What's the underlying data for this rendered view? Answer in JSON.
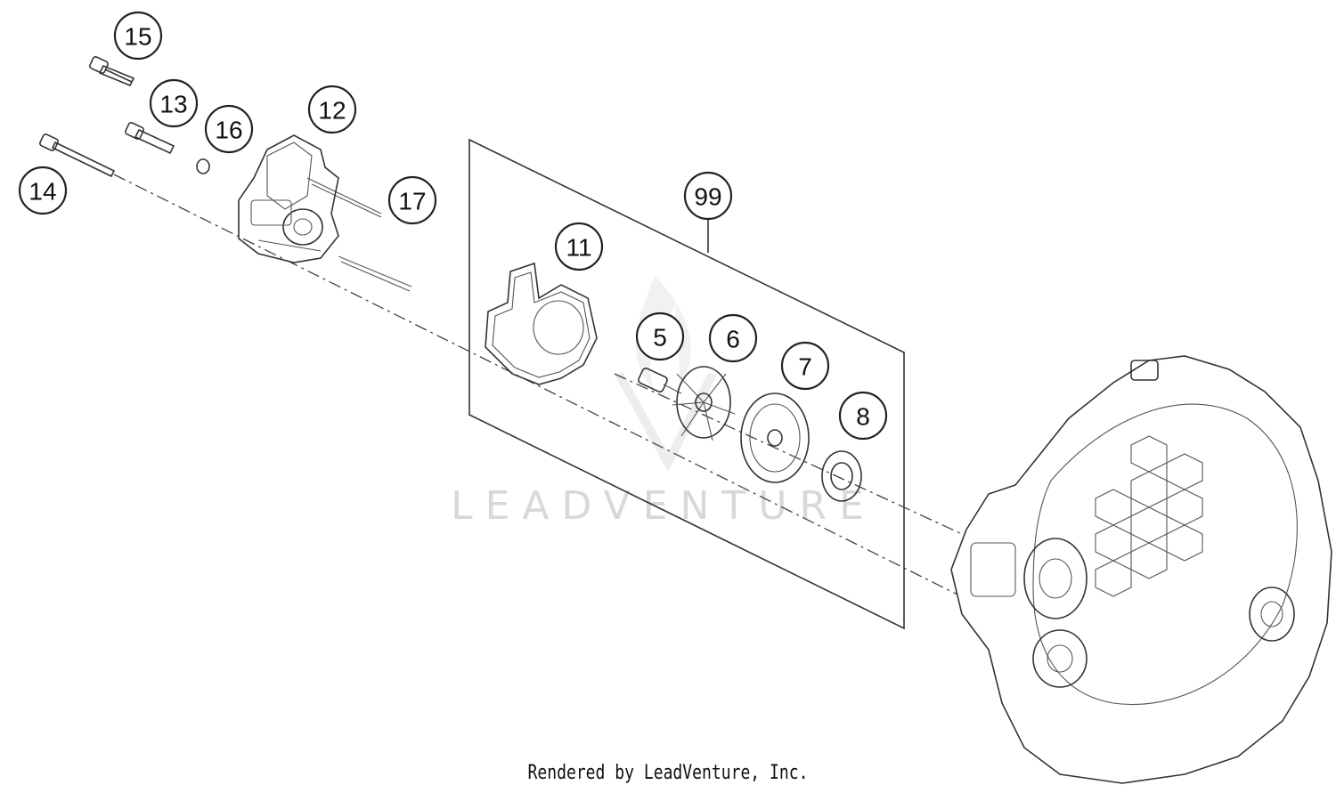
{
  "diagram": {
    "watermark": "LEADVENTURE",
    "credit": "Rendered by LeadVenture, Inc.",
    "callouts": [
      {
        "id": "15",
        "label": "15"
      },
      {
        "id": "13",
        "label": "13"
      },
      {
        "id": "16",
        "label": "16"
      },
      {
        "id": "12",
        "label": "12"
      },
      {
        "id": "14",
        "label": "14"
      },
      {
        "id": "17",
        "label": "17"
      },
      {
        "id": "99",
        "label": "99"
      },
      {
        "id": "11",
        "label": "11"
      },
      {
        "id": "5",
        "label": "5"
      },
      {
        "id": "6",
        "label": "6"
      },
      {
        "id": "7",
        "label": "7"
      },
      {
        "id": "8",
        "label": "8"
      }
    ]
  }
}
